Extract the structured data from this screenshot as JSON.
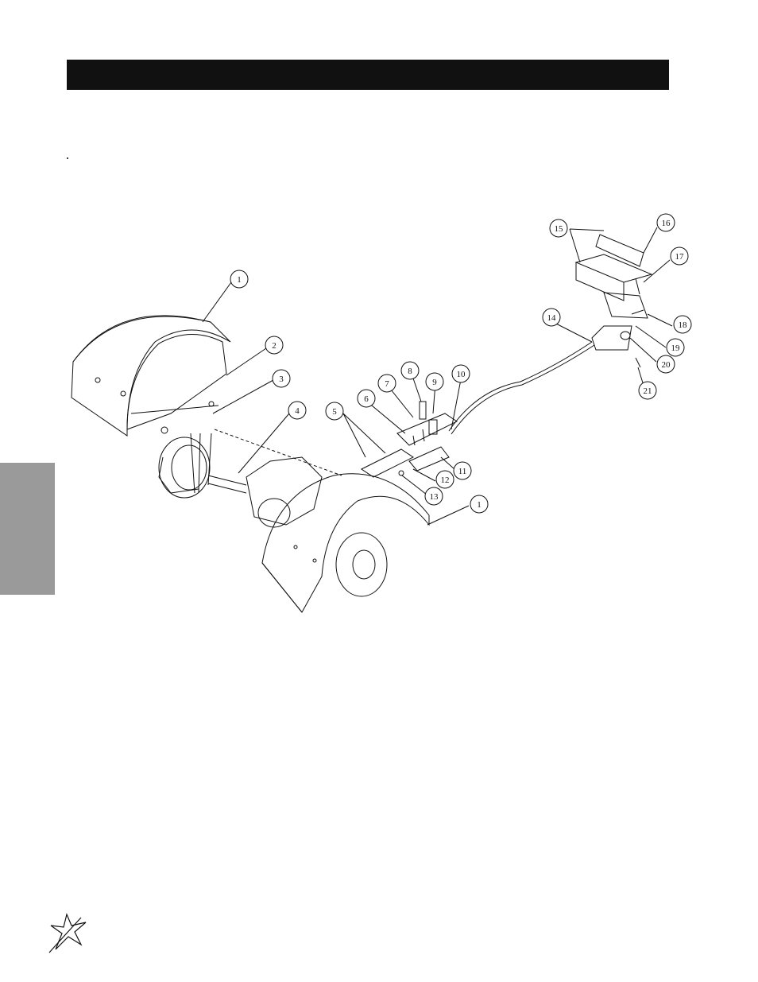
{
  "callouts": [
    {
      "id": "c1a",
      "label": "1"
    },
    {
      "id": "c2",
      "label": "2"
    },
    {
      "id": "c3",
      "label": "3"
    },
    {
      "id": "c4",
      "label": "4"
    },
    {
      "id": "c5",
      "label": "5"
    },
    {
      "id": "c6",
      "label": "6"
    },
    {
      "id": "c7",
      "label": "7"
    },
    {
      "id": "c8",
      "label": "8"
    },
    {
      "id": "c9",
      "label": "9"
    },
    {
      "id": "c10",
      "label": "10"
    },
    {
      "id": "c11",
      "label": "11"
    },
    {
      "id": "c12",
      "label": "12"
    },
    {
      "id": "c13",
      "label": "13"
    },
    {
      "id": "c1b",
      "label": "1"
    },
    {
      "id": "c14",
      "label": "14"
    },
    {
      "id": "c15",
      "label": "15"
    },
    {
      "id": "c16",
      "label": "16"
    },
    {
      "id": "c17",
      "label": "17"
    },
    {
      "id": "c18",
      "label": "18"
    },
    {
      "id": "c19",
      "label": "19"
    },
    {
      "id": "c20",
      "label": "20"
    },
    {
      "id": "c21",
      "label": "21"
    }
  ],
  "colors": {
    "title_bar": "#111111",
    "side_tab": "#9a9a9a",
    "line": "#111111"
  },
  "icons": {
    "logo": "star-swoosh-logo"
  }
}
